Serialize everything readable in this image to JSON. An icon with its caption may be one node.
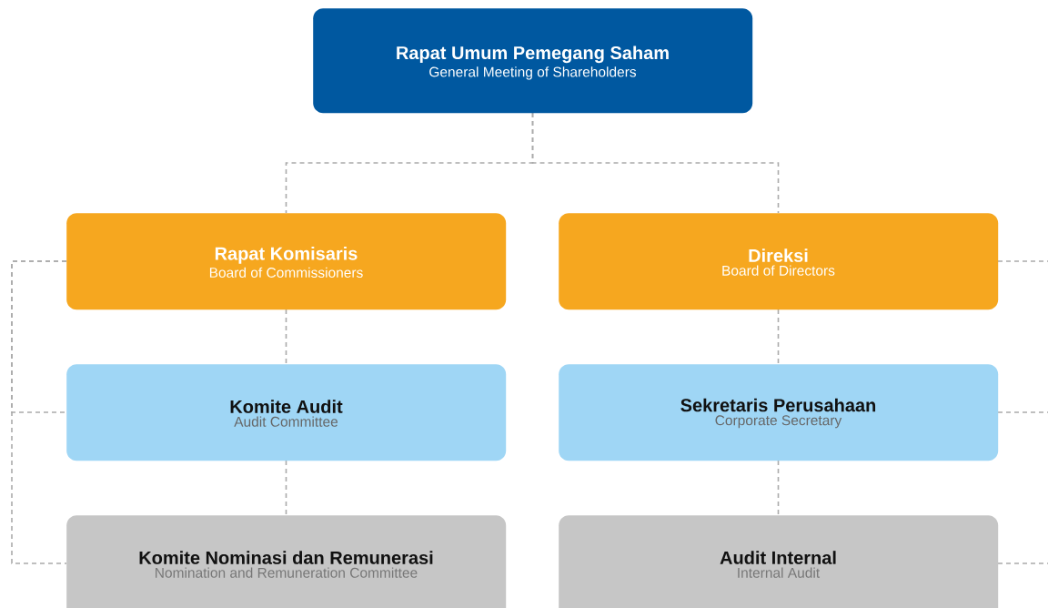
{
  "diagram": {
    "nodes": [
      {
        "text": [
          "Rapat Umum Pemegang Saham",
          "General Meeting of Shareholders"
        ]
      },
      {
        "text": [
          "Rapat Komisaris",
          "Board of Commissioners"
        ]
      },
      {
        "text": [
          "Direksi",
          "Board of Directors"
        ]
      },
      {
        "text": [
          "Komite Audit",
          "Audit Committee"
        ]
      },
      {
        "text": [
          "Sekretaris Perusahaan",
          "Corporate Secretary"
        ]
      },
      {
        "text": [
          "Komite Nominasi dan Remunerasi",
          "Nomination and Remuneration Committee"
        ]
      },
      {
        "text": [
          "Audit Internal",
          "Internal Audit"
        ]
      }
    ],
    "edges": [
      {
        "from": 0,
        "to": 1,
        "arrow": "none"
      },
      {
        "from": 0,
        "to": 2,
        "arrow": "none"
      },
      {
        "from": 1,
        "to": 3,
        "arrow": "none"
      },
      {
        "from": 3,
        "to": 5,
        "arrow": "none"
      },
      {
        "from": 2,
        "to": 4,
        "arrow": "none"
      },
      {
        "from": 4,
        "to": 6,
        "arrow": "none"
      },
      {
        "from": 1,
        "to": 3,
        "arrow": "none"
      },
      {
        "from": 1,
        "to": 5,
        "arrow": "none"
      },
      {
        "from": 2,
        "to": null,
        "arrow": "none"
      },
      {
        "from": 4,
        "to": null,
        "arrow": "none"
      },
      {
        "from": 6,
        "to": null,
        "arrow": "none"
      }
    ]
  }
}
